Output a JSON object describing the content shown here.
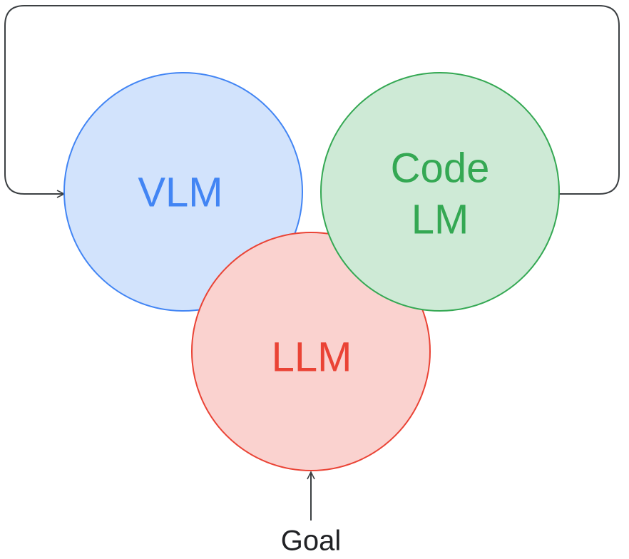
{
  "nodes": {
    "vlm": {
      "label": "VLM",
      "fill": "#d2e3fc",
      "stroke": "#4285f4",
      "text_color": "#4285f4"
    },
    "code_lm": {
      "label_line1": "Code",
      "label_line2": "LM",
      "fill": "#ceead6",
      "stroke": "#34a853",
      "text_color": "#34a853"
    },
    "llm": {
      "label": "LLM",
      "fill": "#fad2cf",
      "stroke": "#ea4335",
      "text_color": "#ea4335"
    }
  },
  "goal": {
    "label": "Goal"
  },
  "connector_color": "#3c4043"
}
